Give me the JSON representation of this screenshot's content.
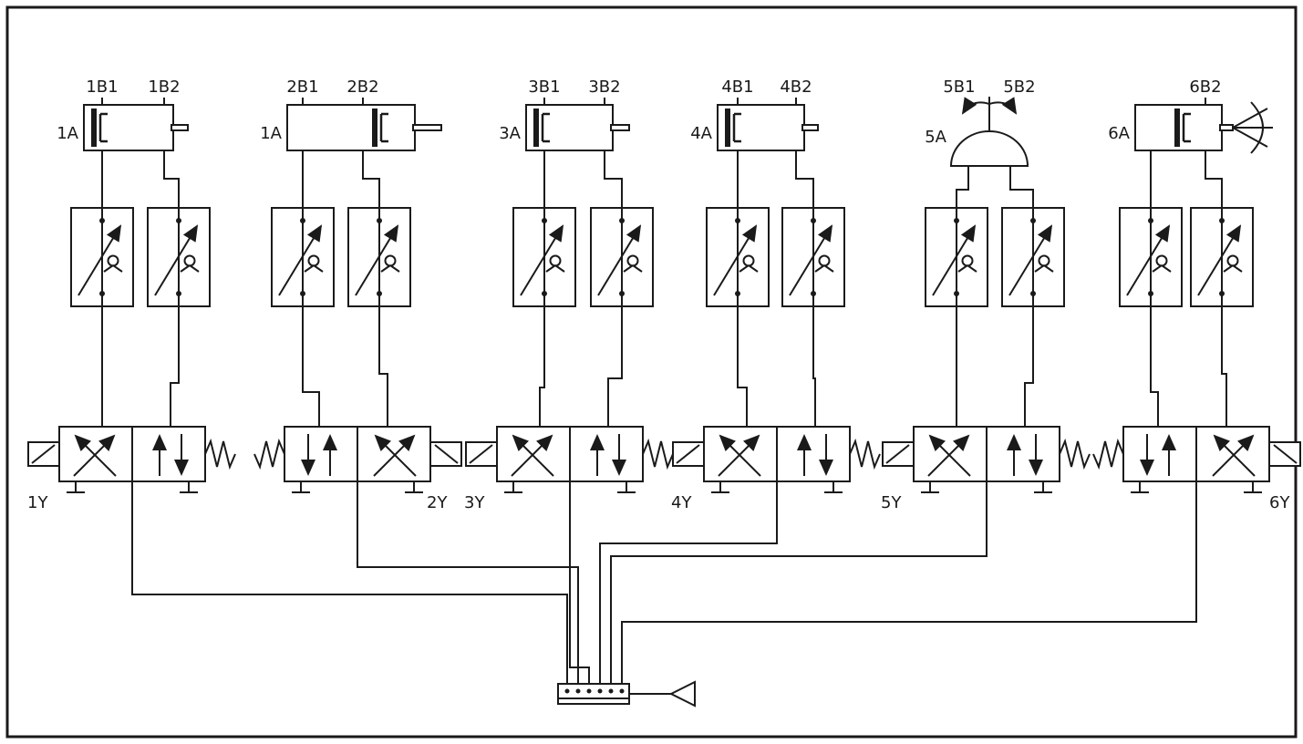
{
  "diagram": {
    "type": "pneumatic-circuit",
    "background_color": "#ffffff",
    "line_color": "#1a1a1a",
    "stations": [
      {
        "id": 1,
        "actuator_label": "1A",
        "sensor_left": "1B1",
        "sensor_right": "1B2",
        "valve_label": "1Y",
        "actuator": "double-acting-cylinder",
        "valve": "5/2-way solenoid valve, spring return",
        "solenoid_side": "left",
        "flow_controls": 2
      },
      {
        "id": 2,
        "actuator_label": "1A",
        "sensor_left": "2B1",
        "sensor_right": "2B2",
        "valve_label": "2Y",
        "actuator": "double-acting-cylinder-extended",
        "valve": "5/2-way solenoid valve, spring return",
        "solenoid_side": "right",
        "flow_controls": 2
      },
      {
        "id": 3,
        "actuator_label": "3A",
        "sensor_left": "3B1",
        "sensor_right": "3B2",
        "valve_label": "3Y",
        "actuator": "double-acting-cylinder",
        "valve": "5/2-way solenoid valve, spring return",
        "solenoid_side": "left",
        "flow_controls": 2
      },
      {
        "id": 4,
        "actuator_label": "4A",
        "sensor_left": "4B1",
        "sensor_right": "4B2",
        "valve_label": "4Y",
        "actuator": "double-acting-cylinder",
        "valve": "5/2-way solenoid valve, spring return",
        "solenoid_side": "left",
        "flow_controls": 2
      },
      {
        "id": 5,
        "actuator_label": "5A",
        "sensor_left": "5B1",
        "sensor_right": "5B2",
        "valve_label": "5Y",
        "actuator": "vacuum-suction-cup",
        "valve": "5/2-way solenoid valve, spring return",
        "solenoid_side": "left",
        "flow_controls": 2
      },
      {
        "id": 6,
        "actuator_label": "6A",
        "sensor_right": "6B2",
        "valve_label": "6Y",
        "actuator": "cylinder-with-air-nozzle",
        "valve": "5/2-way solenoid valve, spring return",
        "solenoid_side": "right",
        "flow_controls": 2
      }
    ],
    "supply": {
      "component": "compressed-air-source",
      "manifold_ports": 6
    },
    "icons": [
      "double-acting-cylinder-icon",
      "magnetic-piston-icon",
      "one-way-flow-control-valve-icon",
      "directional-valve-5-2-icon",
      "solenoid-icon",
      "return-spring-icon",
      "exhaust-icon",
      "vacuum-suction-cup-icon",
      "air-nozzle-icon",
      "manifold-icon",
      "air-supply-icon"
    ]
  }
}
